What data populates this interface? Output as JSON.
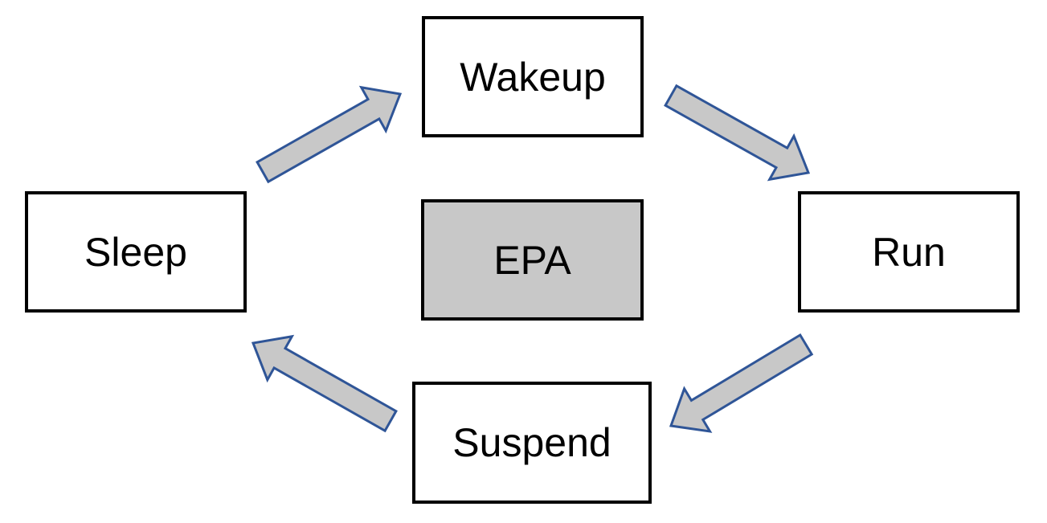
{
  "diagram": {
    "nodes": {
      "wakeup": "Wakeup",
      "sleep": "Sleep",
      "epa": "EPA",
      "run": "Run",
      "suspend": "Suspend"
    },
    "edges": [
      {
        "from": "Sleep",
        "to": "Wakeup"
      },
      {
        "from": "Wakeup",
        "to": "Run"
      },
      {
        "from": "Run",
        "to": "Suspend"
      },
      {
        "from": "Suspend",
        "to": "Sleep"
      }
    ],
    "colors": {
      "node_border": "#000000",
      "node_fill": "#ffffff",
      "center_fill": "#c8c8c8",
      "arrow_fill": "#c8c8c8",
      "arrow_stroke": "#2f5597"
    }
  }
}
